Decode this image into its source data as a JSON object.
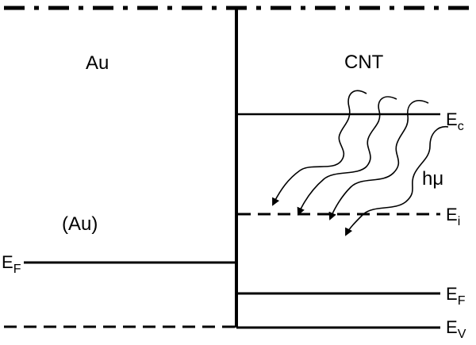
{
  "diagram": {
    "left_region_label": "Au",
    "right_region_label": "CNT",
    "au_fermi_label": "(Au)",
    "photon_label": "hμ",
    "levels": {
      "conduction": {
        "main": "E",
        "sub": "c"
      },
      "intrinsic": {
        "main": "E",
        "sub": "i"
      },
      "fermi_cnt": {
        "main": "E",
        "sub": "F"
      },
      "valence": {
        "main": "E",
        "sub": "V"
      },
      "fermi_au": {
        "main": "E",
        "sub": "F"
      }
    }
  },
  "colors": {
    "line": "#000000",
    "background": "#ffffff"
  }
}
